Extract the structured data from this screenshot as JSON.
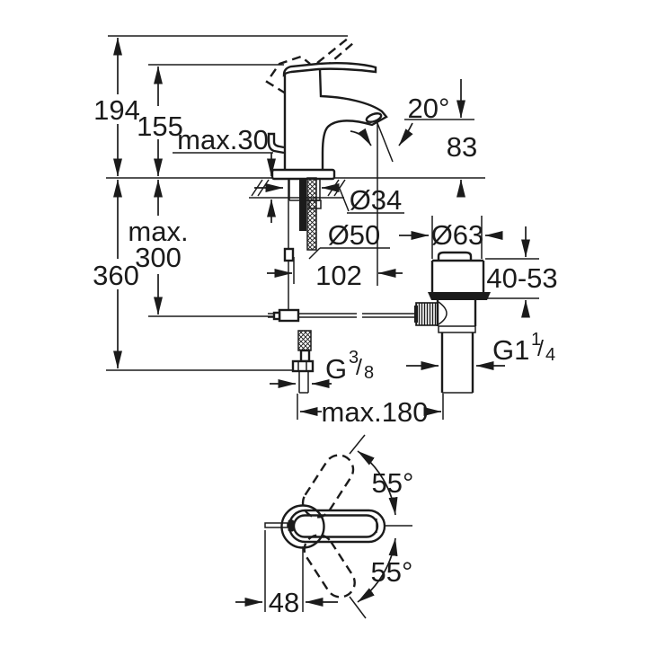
{
  "colors": {
    "line": "#1b1b1b",
    "background": "#ffffff"
  },
  "front_view": {
    "height_overall": "194",
    "height_body": "155",
    "deck_thickness": "max.30",
    "spout_angle": "20°",
    "spout_outlet_height": "83",
    "shank_diameter": "Ø34",
    "base_diameter": "Ø50",
    "waste_flange_diameter": "Ø63",
    "rod_depth_prefix": "max.",
    "rod_depth_value": "300",
    "hose_length": "360",
    "spout_reach": "102",
    "waste_deck_range": "40-53",
    "supply_thread": {
      "base": "G",
      "sup": "3",
      "slash": "/",
      "sub": "8"
    },
    "waste_thread": {
      "base": "G1",
      "sup": "1",
      "slash": "/",
      "sub": "4"
    },
    "rod_to_waste": "max.180"
  },
  "top_view": {
    "swivel_up": "55°",
    "swivel_down": "55°",
    "lever_offset": "48"
  }
}
